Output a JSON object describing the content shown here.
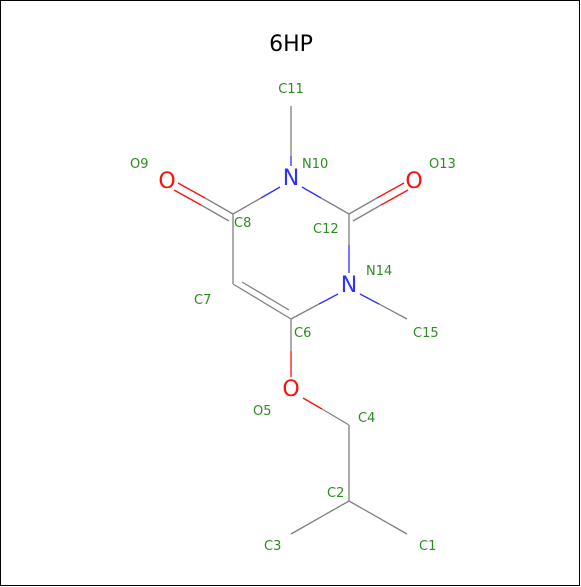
{
  "title": "6HP",
  "colors": {
    "bond": "#808080",
    "oxygen": "#ff0d0d",
    "nitrogen": "#3030ff",
    "label": "#2e8b22",
    "frame": "#000000"
  },
  "atoms": {
    "O9": {
      "symbol": "O",
      "label": "O9"
    },
    "N10": {
      "symbol": "N",
      "label": "N10"
    },
    "O13": {
      "symbol": "O",
      "label": "O13"
    },
    "N14": {
      "symbol": "N",
      "label": "N14"
    },
    "O5": {
      "symbol": "O",
      "label": "O5"
    },
    "C11": {
      "label": "C11"
    },
    "C8": {
      "label": "C8"
    },
    "C12": {
      "label": "C12"
    },
    "C7": {
      "label": "C7"
    },
    "C6": {
      "label": "C6"
    },
    "C15": {
      "label": "C15"
    },
    "C4": {
      "label": "C4"
    },
    "C2": {
      "label": "C2"
    },
    "C3": {
      "label": "C3"
    },
    "C1": {
      "label": "C1"
    }
  }
}
